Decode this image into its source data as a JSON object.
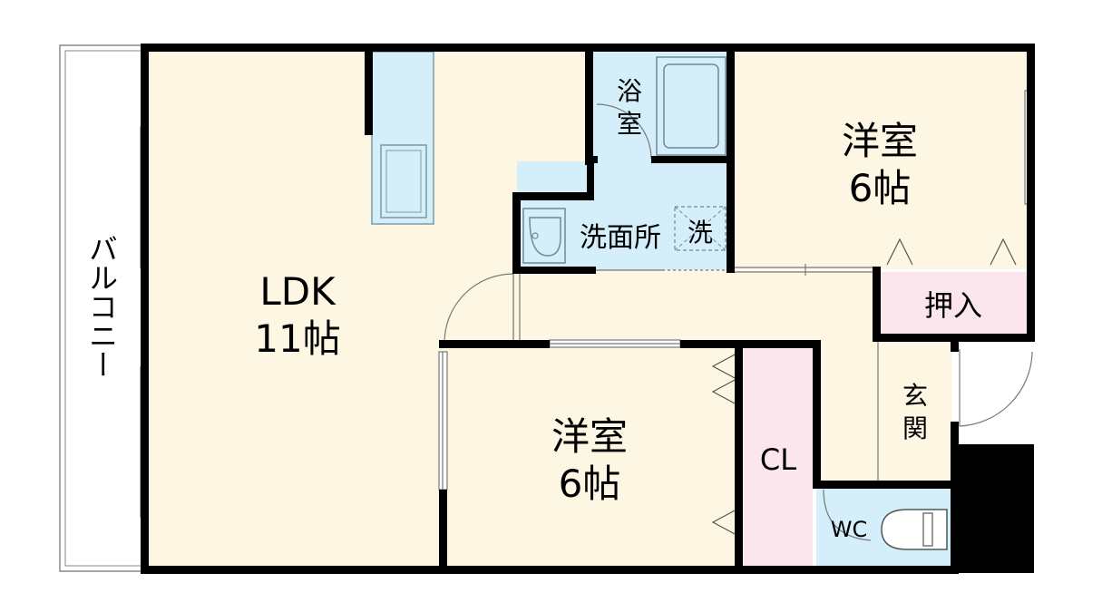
{
  "rooms": {
    "ldk": {
      "name": "LDK",
      "size": "11帖"
    },
    "bedroom1": {
      "name": "洋室",
      "size": "6帖"
    },
    "bedroom2": {
      "name": "洋室",
      "size": "6帖"
    },
    "bath": {
      "name_top": "浴",
      "name_bottom": "室"
    },
    "washroom": {
      "name": "洗面所",
      "washer": "洗"
    },
    "oshiire": {
      "name": "押入"
    },
    "closet": {
      "name": "CL"
    },
    "entrance": {
      "name_top": "玄",
      "name_bottom": "関"
    },
    "toilet": {
      "name": "WC"
    },
    "balcony": {
      "name": "バルコニー"
    }
  },
  "colors": {
    "floor": "#fdf6e3",
    "wet_area": "#d4eefa",
    "storage": "#fbe6ee",
    "wall": "#000000"
  }
}
